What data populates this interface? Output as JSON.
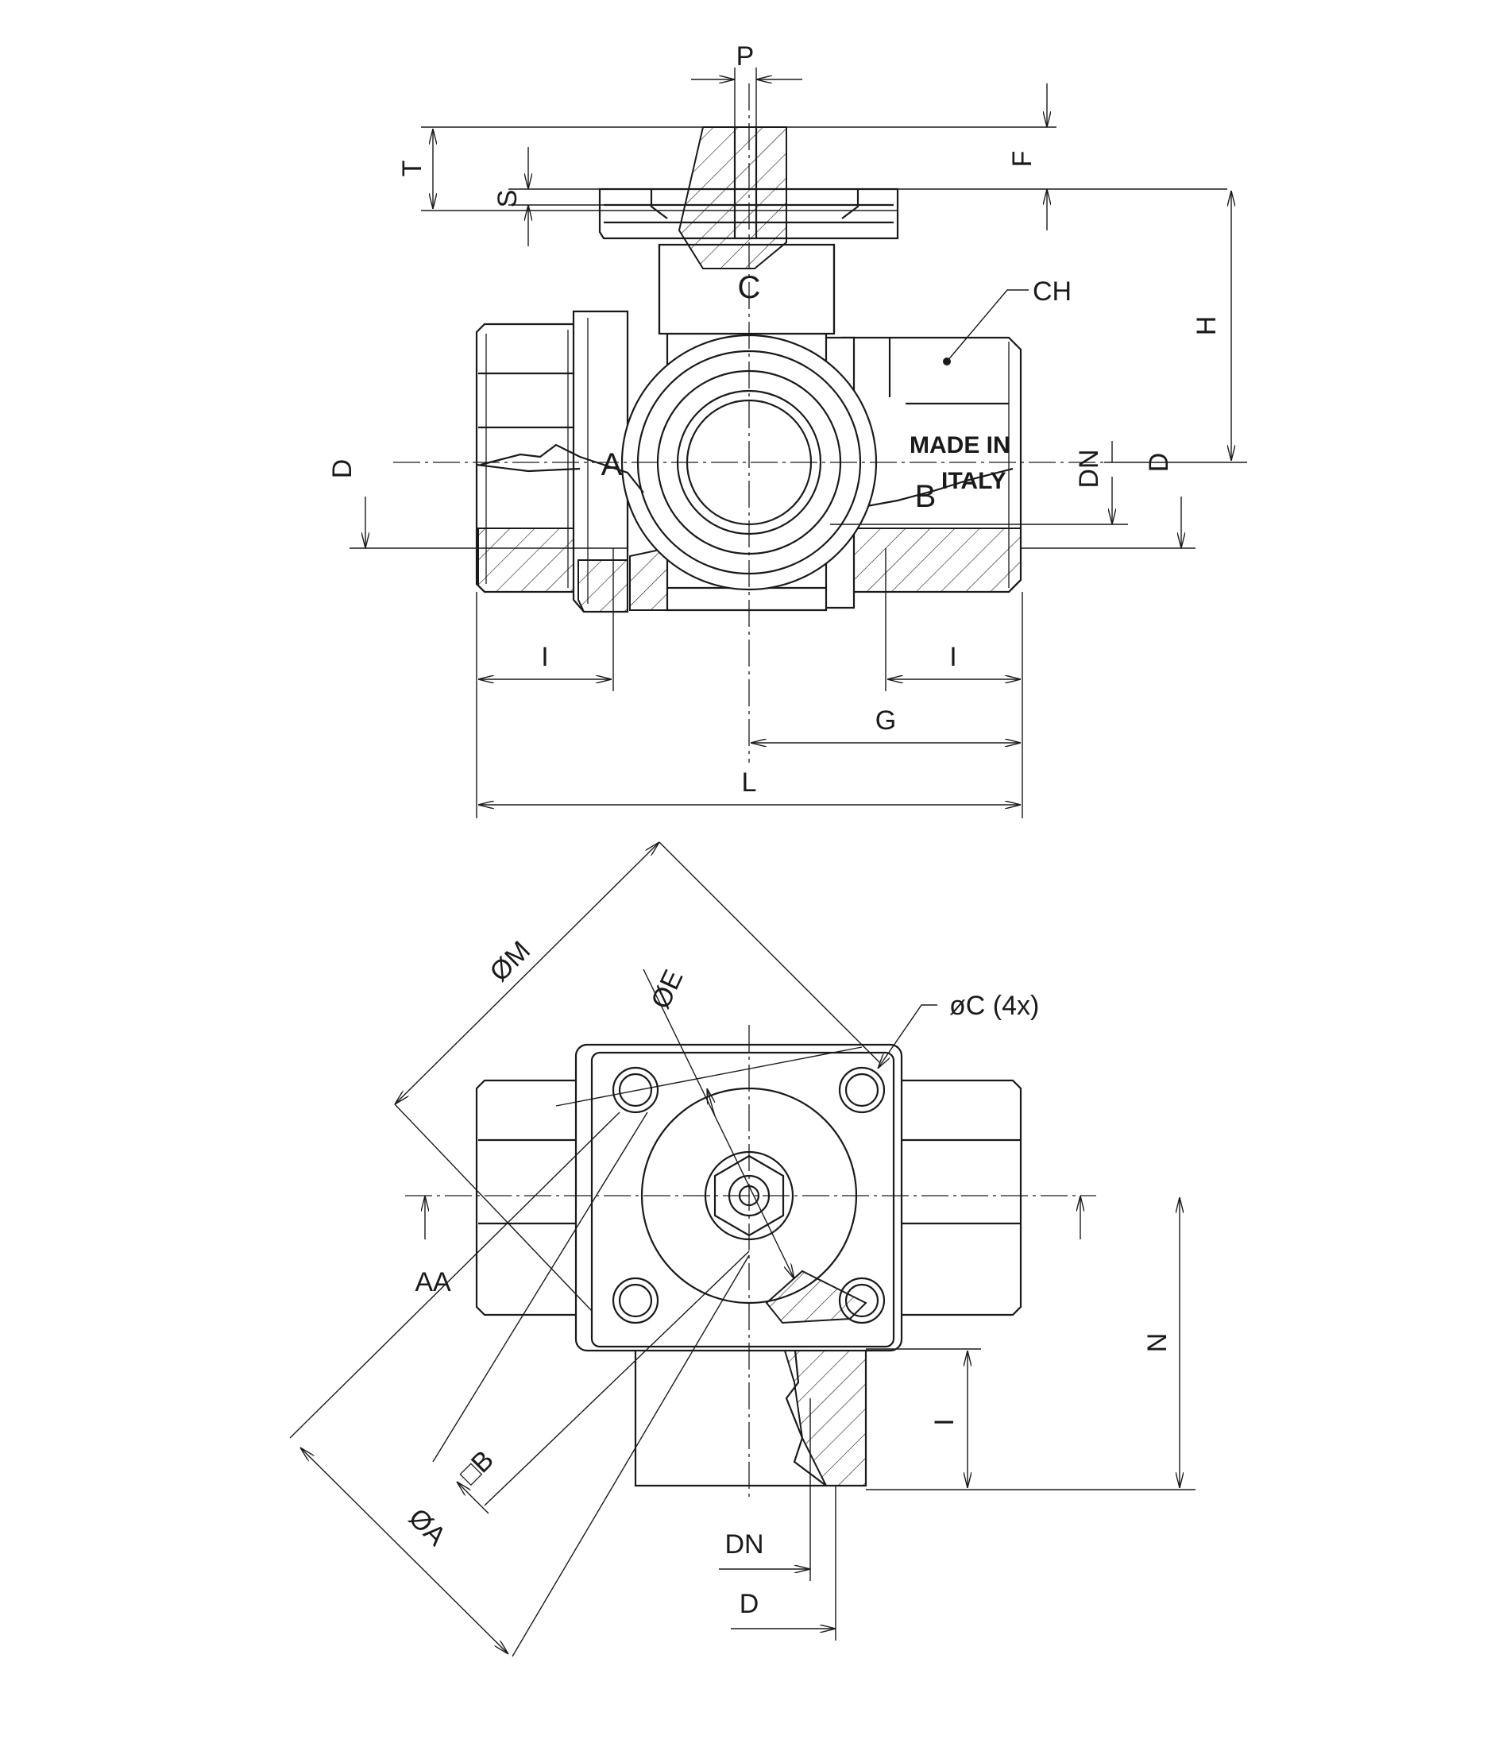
{
  "labels": {
    "P": "P",
    "T": "T",
    "S": "S",
    "F": "F",
    "H": "H",
    "CH": "CH",
    "C_port": "C",
    "A_port": "A",
    "B_port": "B",
    "D_left": "D",
    "D_right": "D",
    "DN_right": "DN",
    "I_left": "I",
    "I_right": "I",
    "G": "G",
    "L": "L",
    "made_in": "MADE IN",
    "italy": "ITALY",
    "phi_M": "ØM",
    "phi_E": "ØE",
    "phi_C": "øC (4x)",
    "AA": "AA",
    "square_B": "□B",
    "phi_A": "ØA",
    "N": "N",
    "I_bottom": "I",
    "DN_bottom": "DN",
    "D_bottom": "D"
  }
}
